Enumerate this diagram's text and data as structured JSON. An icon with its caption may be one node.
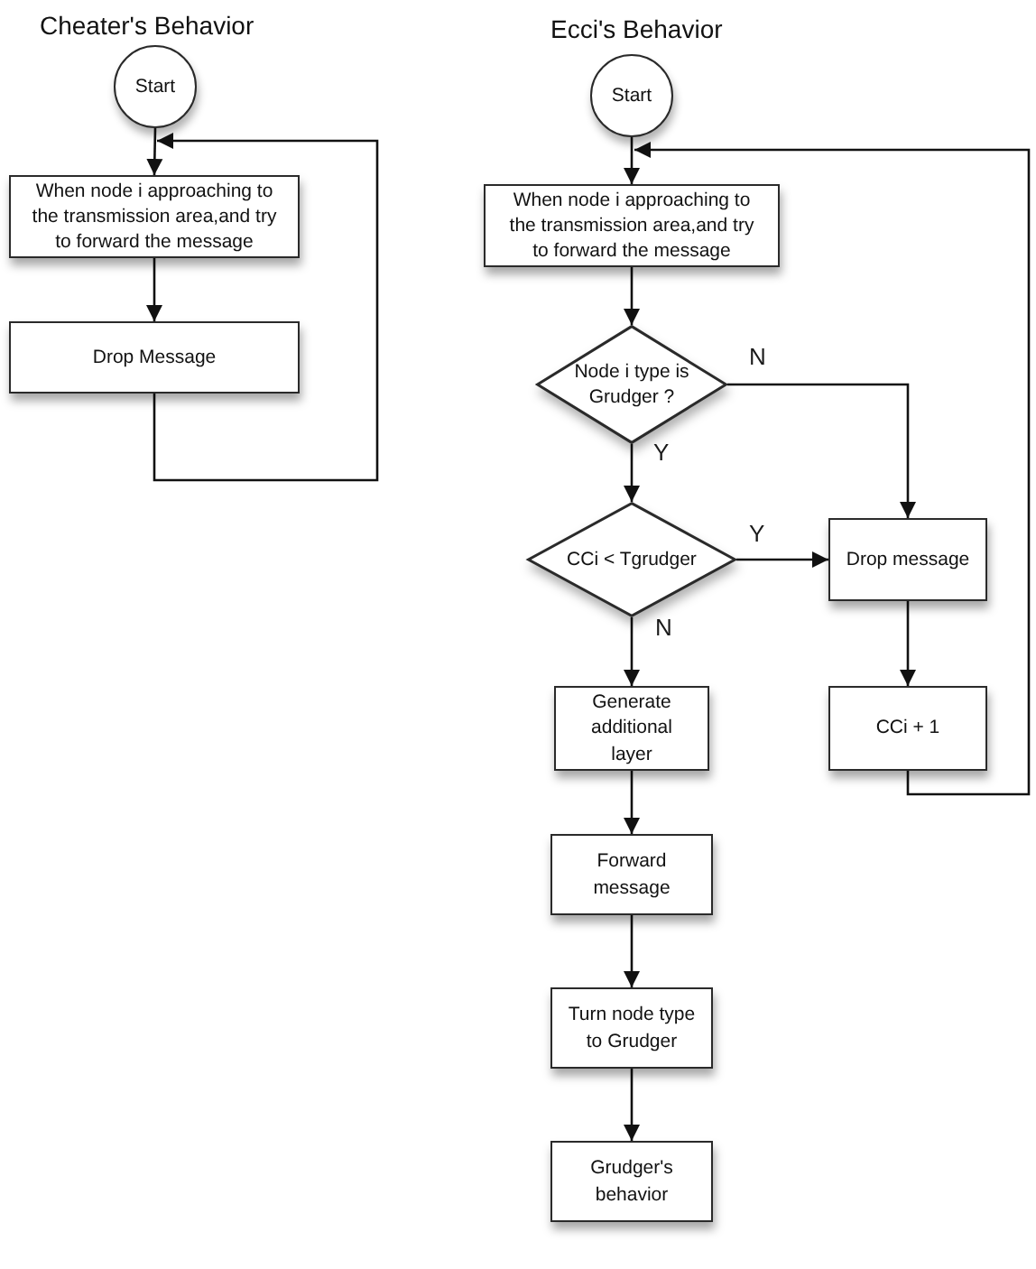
{
  "diagram": {
    "nodes": [
      {
        "text": [
          "Start"
        ]
      },
      {
        "text": [
          "When node i approaching to the transmission area,and try to forward the message"
        ]
      },
      {
        "text": [
          "Drop Message"
        ]
      },
      {
        "text": [
          "Start"
        ]
      },
      {
        "text": [
          "When node i approaching to the transmission area,and try to forward the message"
        ]
      },
      {
        "text": [
          "Node i type is Grudger ?"
        ]
      },
      {
        "text": [
          "CCi < Tgrudger"
        ]
      },
      {
        "text": [
          "Drop message"
        ]
      },
      {
        "text": [
          "Generate additional layer"
        ]
      },
      {
        "text": [
          "CCi + 1"
        ]
      },
      {
        "text": [
          "Forward message"
        ]
      },
      {
        "text": [
          "Turn node type to Grudger"
        ]
      },
      {
        "text": [
          "Grudger's behavior"
        ]
      }
    ],
    "edges": [
      {
        "from": 0,
        "to": 1,
        "arrow": "to"
      },
      {
        "from": 1,
        "to": 2,
        "arrow": "to"
      },
      {
        "from": 2,
        "to": 1,
        "arrow": "to"
      },
      {
        "from": 3,
        "to": 4,
        "arrow": "to"
      },
      {
        "from": 4,
        "to": 5,
        "arrow": "to"
      },
      {
        "from": 5,
        "to": 7,
        "arrow": "to",
        "label": "N"
      },
      {
        "from": 5,
        "to": 6,
        "arrow": "to",
        "label": "Y"
      },
      {
        "from": 6,
        "to": 7,
        "arrow": "to",
        "label": "Y"
      },
      {
        "from": 6,
        "to": 8,
        "arrow": "to",
        "label": "N"
      },
      {
        "from": 7,
        "to": 9,
        "arrow": "to"
      },
      {
        "from": 9,
        "to": 4,
        "arrow": "to"
      },
      {
        "from": 8,
        "to": 10,
        "arrow": "to"
      },
      {
        "from": 10,
        "to": 11,
        "arrow": "to"
      },
      {
        "from": 11,
        "to": 12,
        "arrow": "to"
      }
    ],
    "labels": [
      "Cheater's Behavior",
      "Ecci's Behavior"
    ]
  }
}
